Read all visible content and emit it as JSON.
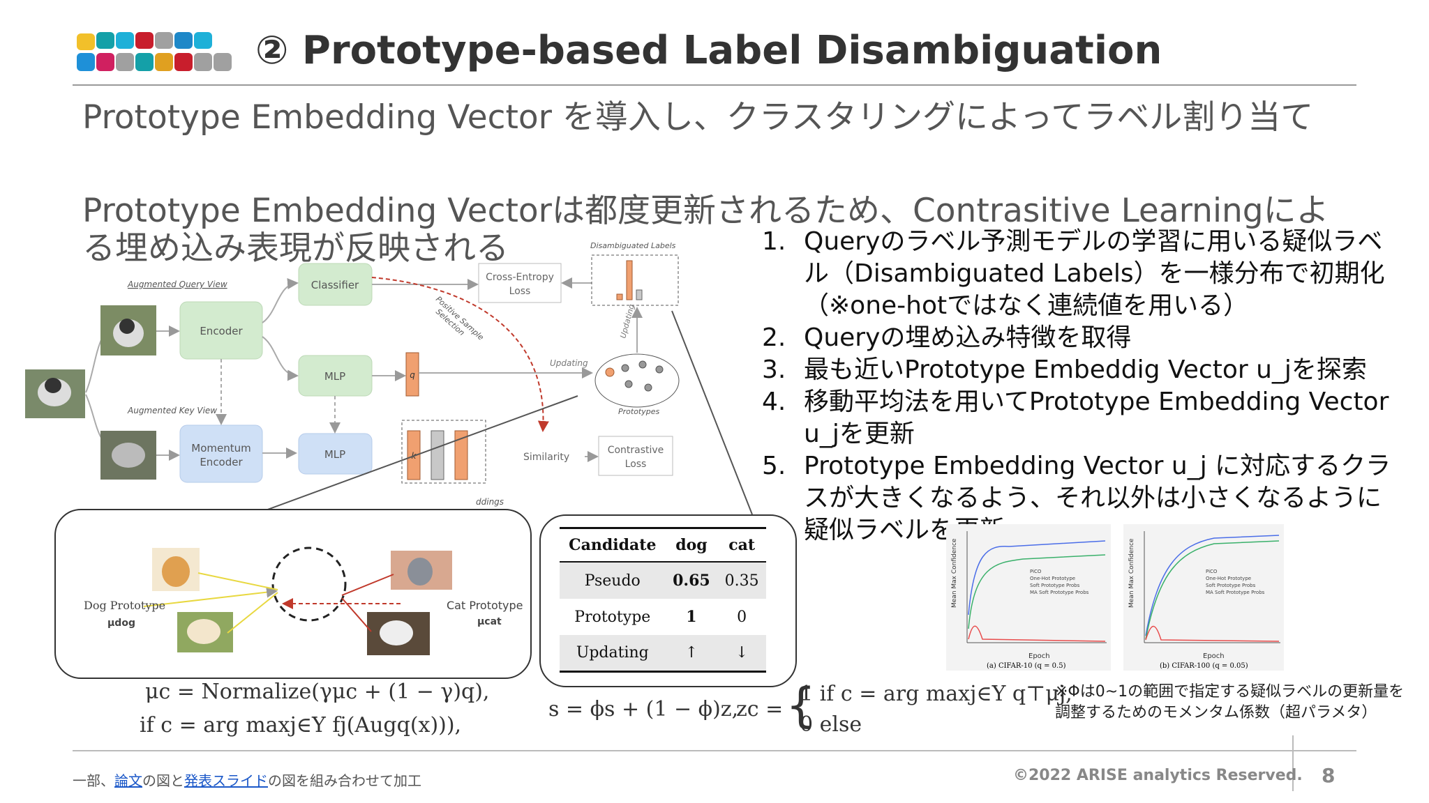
{
  "header": {
    "title_number": "②",
    "title_text": "Prototype-based Label Disambiguation"
  },
  "bullets": [
    "Prototype Embedding Vector を導入し、クラスタリングによってラベル割り当て",
    "Prototype Embedding Vectorは都度更新されるため、Contrasitive Learningによる埋め込み表現が反映される"
  ],
  "steps": [
    {
      "num": "1.",
      "text": "Queryのラベル予測モデルの学習に用いる疑似ラベル（Disambiguated Labels）を一様分布で初期化（※one-hotではなく連続値を用いる）"
    },
    {
      "num": "2.",
      "text": "Queryの埋め込み特徴を取得"
    },
    {
      "num": "3.",
      "text": "最も近いPrototype  Embeddig Vector u_jを探索"
    },
    {
      "num": "4.",
      "text": "移動平均法を用いてPrototype Embedding Vector u_jを更新"
    },
    {
      "num": "5.",
      "text": "Prototype Embedding Vector u_j に対応するクラスが大きくなるよう、それ以外は小さくなるように疑似ラベルを更新"
    }
  ],
  "diagram": {
    "augmented_query_view": "Augmented Query View",
    "augmented_key_view": "Augmented Key View",
    "encoder": "Encoder",
    "momentum_encoder_line1": "Momentum",
    "momentum_encoder_line2": "Encoder",
    "classifier": "Classifier",
    "mlp_top": "MLP",
    "mlp_bottom": "MLP",
    "q_label": "q",
    "k_label": "k",
    "cross_entropy_line1": "Cross-Entropy",
    "cross_entropy_line2": "Loss",
    "disambiguated_labels": "Disambiguated Labels",
    "positive_sample_line1": "Positive Sample",
    "positive_sample_line2": "Selection",
    "updating_top": "Updating",
    "updating_side": "Updating",
    "prototypes": "Prototypes",
    "similarity": "Similarity",
    "contrastive_line1": "Contrastive",
    "contrastive_line2": "Loss",
    "embeddings_partial": "ddings"
  },
  "panel_left": {
    "dog_prototype": "Dog Prototype",
    "dog_mu": "μdog",
    "cat_prototype": "Cat Prototype",
    "cat_mu": "μcat"
  },
  "table": {
    "headers": [
      "Candidate",
      "dog",
      "cat"
    ],
    "rows": [
      [
        "Pseudo",
        "0.65",
        "0.35"
      ],
      [
        "Prototype",
        "1",
        "0"
      ],
      [
        "Updating",
        "↑",
        "↓"
      ]
    ]
  },
  "formulas": {
    "mu_update": "μc = Normalize(γμc + (1 − γ)q),",
    "mu_condition": "if c = arg maxj∈Y fj(Augq(x))),",
    "s_update": "s = ϕs + (1 − ϕ)z,",
    "z_case1": "1   if c = arg maxj∈Y q⊤μj,",
    "z_case0": "0   else",
    "z_lhs": "zc ="
  },
  "note": "※Φは0~1の範囲で指定する疑似ラベルの更新量を調整するためのモメンタム係数（超パラメタ）",
  "plots": [
    {
      "caption": "(a) CIFAR-10 (q = 0.5)",
      "ylabel": "Mean Max Confidence",
      "xlabel": "Epoch",
      "legend": [
        "PiCO",
        "One-Hot Prototype",
        "Soft Prototype Probs",
        "MA Soft Prototype Probs"
      ]
    },
    {
      "caption": "(b) CIFAR-100 (q = 0.05)",
      "ylabel": "Mean Max Confidence",
      "xlabel": "Epoch",
      "legend": [
        "PiCO",
        "One-Hot Prototype",
        "Soft Prototype Probs",
        "MA Soft Prototype Probs"
      ]
    }
  ],
  "footer": {
    "pre": "一部、",
    "link1": "論文",
    "mid": "の図と",
    "link2": "発表スライド",
    "post": "の図を組み合わせて加工",
    "copyright": "©2022 ARISE analytics Reserved.",
    "page": "8"
  },
  "colors": {
    "orange_feature": "#f0a070",
    "green_box": "#d3ebcf",
    "blue_box": "#cfe0f6",
    "dashed_red": "#c0392b",
    "link": "#1a57c8"
  }
}
